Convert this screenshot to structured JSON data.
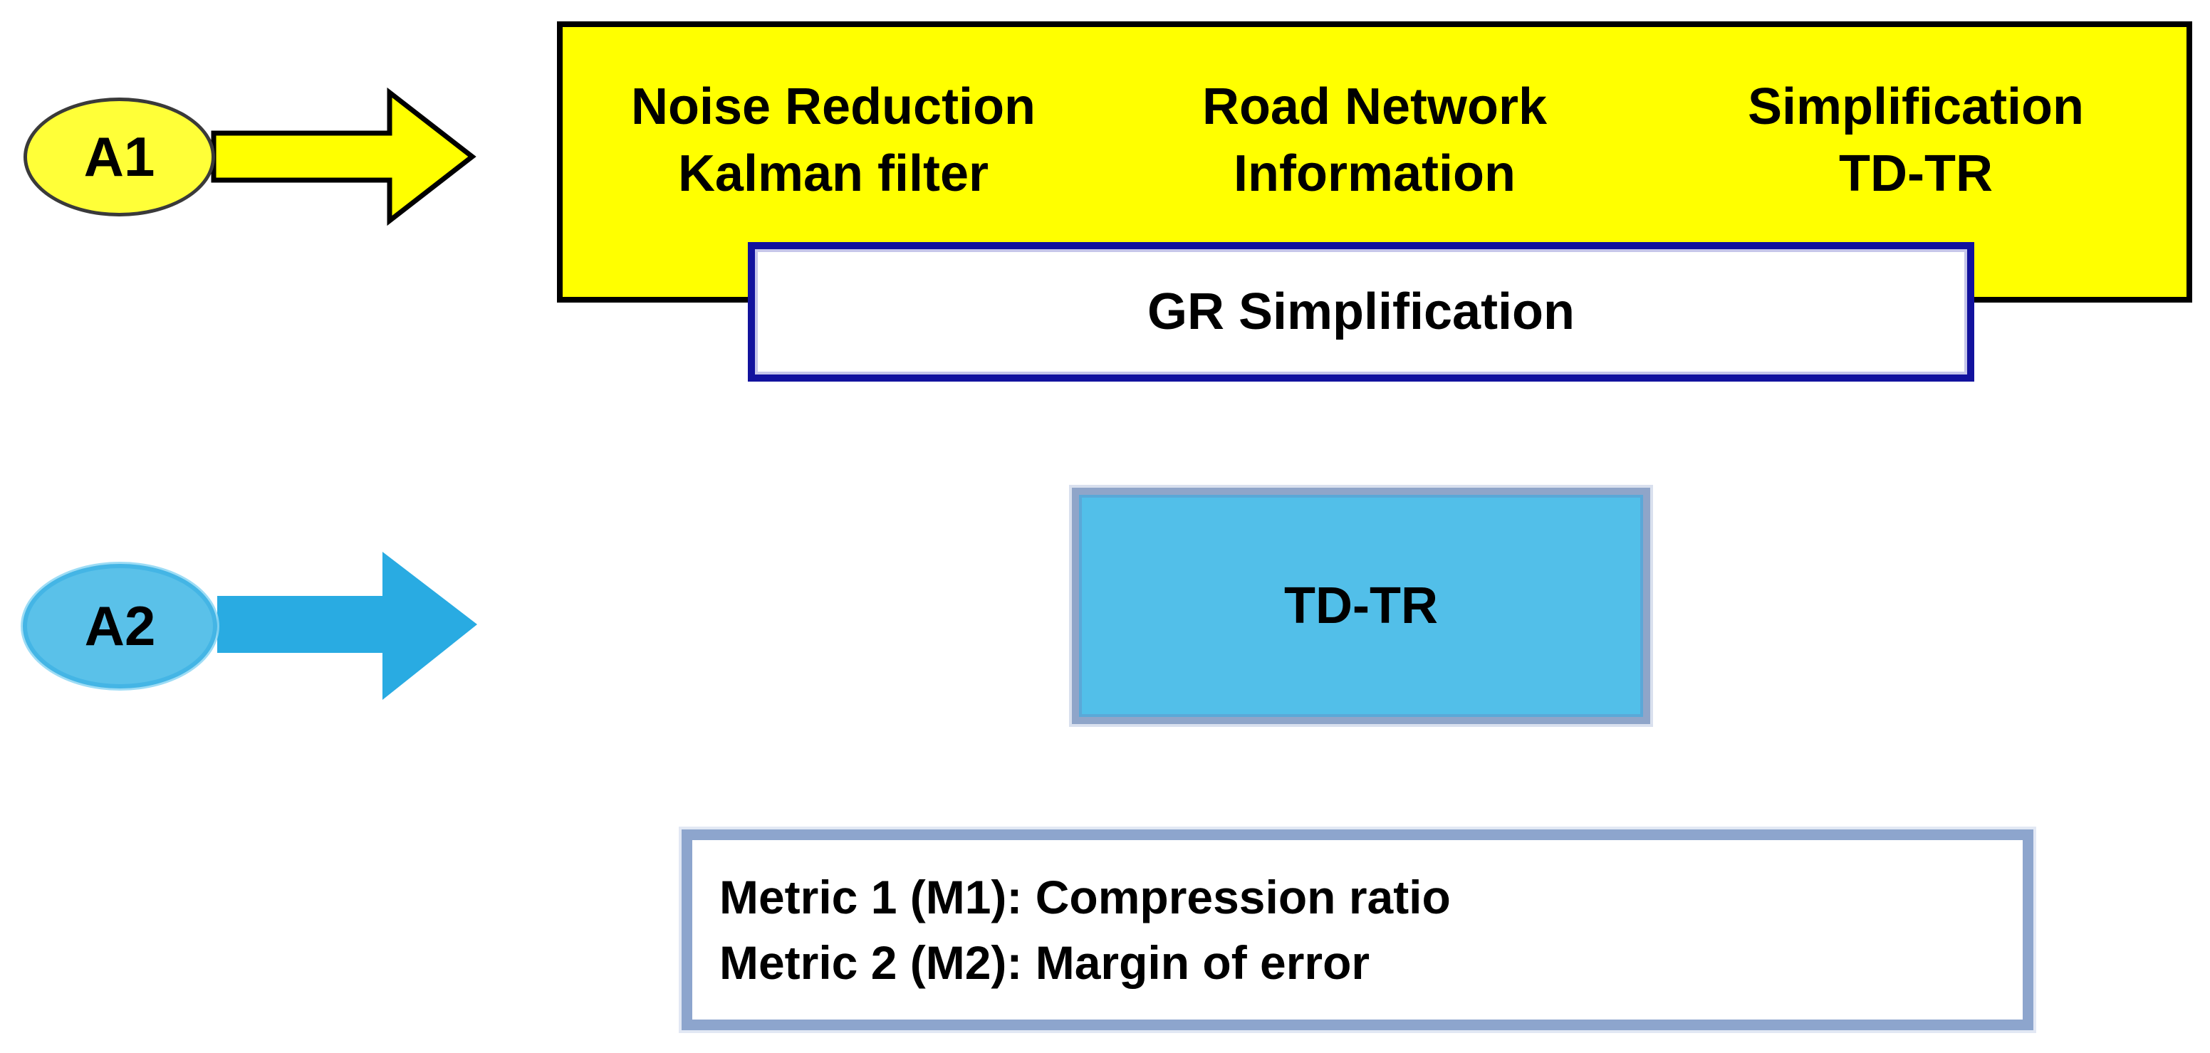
{
  "a1": {
    "label": "A1"
  },
  "a2": {
    "label": "A2"
  },
  "yellow_box": {
    "items": [
      {
        "line1": "Noise Reduction",
        "line2": "Kalman filter"
      },
      {
        "line1": "Road Network",
        "line2": "Information"
      },
      {
        "line1": "Simplification",
        "line2": "TD-TR"
      }
    ]
  },
  "gr_box": {
    "label": "GR Simplification"
  },
  "tdtr_box": {
    "label": "TD-TR"
  },
  "metrics_box": {
    "line1": "Metric 1 (M1): Compression ratio",
    "line2": "Metric 2 (M2): Margin of error"
  },
  "colors": {
    "yellow_fill": "#FFFF00",
    "yellow_ellipse_fill": "#FFFF38",
    "black_border": "#000000",
    "navy_border": "#12129E",
    "navy_inner_line": "#C6C6EA",
    "cyan_box_fill": "#52BFE9",
    "cyan_box_border": "#8FA5C9",
    "blue_ellipse_fill": "#5AC1E9",
    "blue_ellipse_border": "#44B5E5",
    "blue_arrow_fill": "#29ABE2",
    "steel_border": "#8DA5CD",
    "text_color": "#000000"
  }
}
